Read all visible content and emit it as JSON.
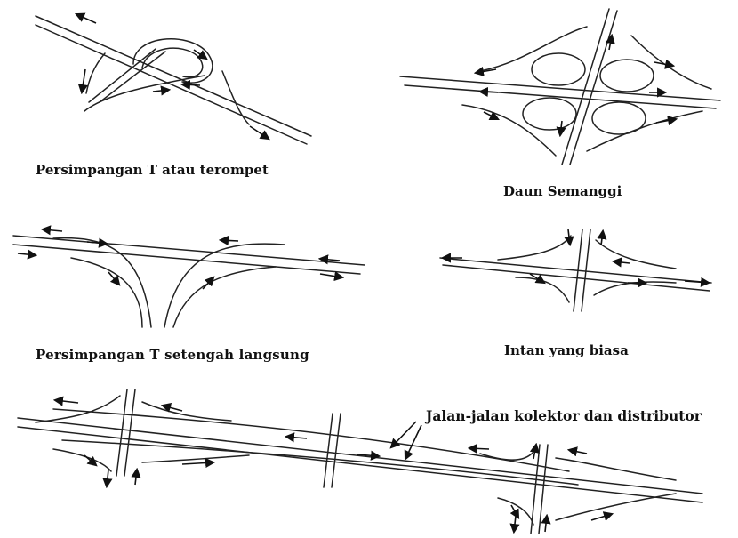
{
  "captions": {
    "trumpet": "Persimpangan T atau terompet",
    "cloverleaf": "Daun Semanggi",
    "half_direct_t": "Persimpangan T setengah langsung",
    "diamond": "Intan yang biasa",
    "collector_distributor": "Jalan-jalan kolektor dan distributor"
  },
  "colors": {
    "ink": "#111111",
    "background": "#ffffff"
  }
}
